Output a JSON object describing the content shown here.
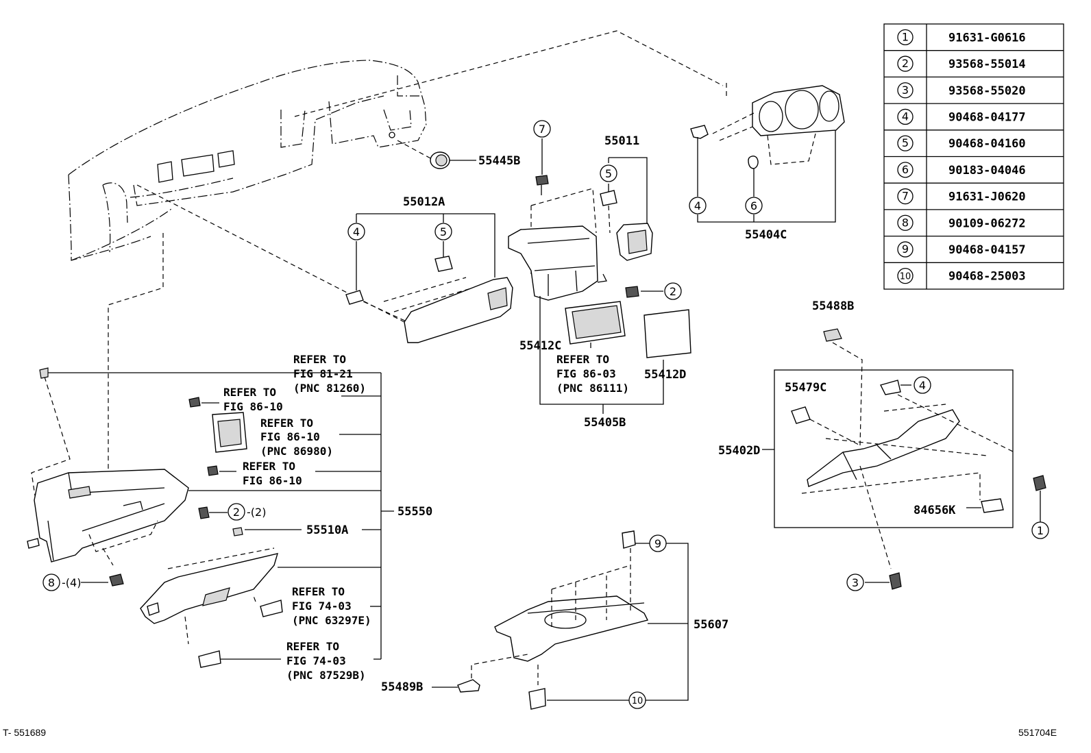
{
  "table": {
    "rows": [
      {
        "n": "1",
        "part": "91631-G0616"
      },
      {
        "n": "2",
        "part": "93568-55014"
      },
      {
        "n": "3",
        "part": "93568-55020"
      },
      {
        "n": "4",
        "part": "90468-04177"
      },
      {
        "n": "5",
        "part": "90468-04160"
      },
      {
        "n": "6",
        "part": "90183-04046"
      },
      {
        "n": "7",
        "part": "91631-J0620"
      },
      {
        "n": "8",
        "part": "90109-06272"
      },
      {
        "n": "9",
        "part": "90468-04157"
      },
      {
        "n": "10",
        "part": "90468-25003"
      }
    ]
  },
  "labels": {
    "p55445B": "55445B",
    "p55012A": "55012A",
    "p55011": "55011",
    "p55404C": "55404C",
    "p55412C": "55412C",
    "p55412D": "55412D",
    "p55405B": "55405B",
    "p55488B": "55488B",
    "p55479C": "55479C",
    "p55402D": "55402D",
    "p84656K": "84656K",
    "p55550": "55550",
    "p55510A": "55510A",
    "p55607": "55607",
    "p55489B": "55489B"
  },
  "qty": {
    "q2": "-(2)",
    "q8": "-(4)"
  },
  "refs": {
    "r1": [
      "REFER TO",
      "FIG 81-21",
      "(PNC 81260)"
    ],
    "r2": [
      "REFER TO",
      "FIG 86-10"
    ],
    "r3": [
      "REFER TO",
      "FIG 86-10",
      "(PNC 86980)"
    ],
    "r4": [
      "REFER TO",
      "FIG 86-10"
    ],
    "r5": [
      "REFER TO",
      "FIG 86-03",
      "(PNC 86111)"
    ],
    "r6": [
      "REFER TO",
      "FIG 74-03",
      "(PNC 63297E)"
    ],
    "r7": [
      "REFER TO",
      "FIG 74-03",
      "(PNC 87529B)"
    ]
  },
  "footer": {
    "left": "T- 551689",
    "right": "551704E"
  }
}
